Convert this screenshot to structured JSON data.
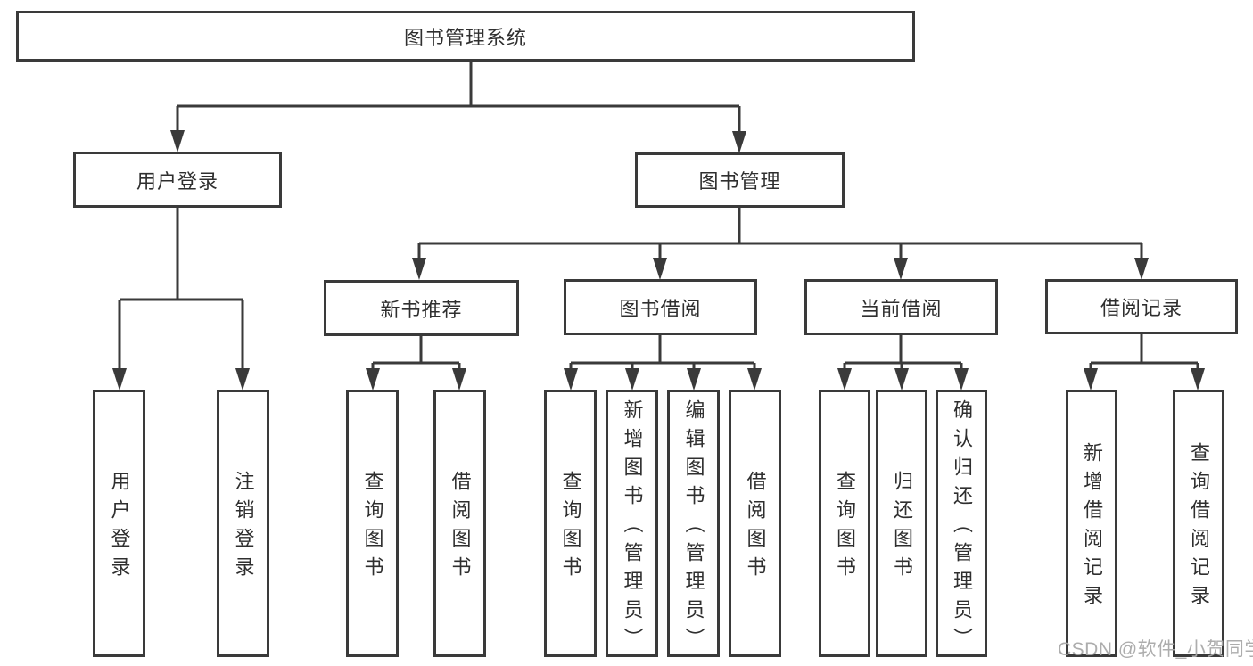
{
  "colors": {
    "line": "#3a3a3a",
    "box_border": "#3a3a3a",
    "text": "#2f2f2f",
    "background": "#ffffff",
    "watermark": "#a9a9a9"
  },
  "watermark": {
    "text": "CSDN @软件_小贺同学"
  },
  "diagram": {
    "title": "图书管理系统",
    "branches": [
      {
        "label": "用户登录",
        "children": [
          {
            "label": "用户登录"
          },
          {
            "label": "注销登录"
          }
        ]
      },
      {
        "label": "图书管理",
        "children": [
          {
            "label": "新书推荐",
            "children": [
              {
                "label": "查询图书"
              },
              {
                "label": "借阅图书"
              }
            ]
          },
          {
            "label": "图书借阅",
            "children": [
              {
                "label": "查询图书"
              },
              {
                "label": "新增图书（管理员）"
              },
              {
                "label": "编辑图书（管理员）"
              },
              {
                "label": "借阅图书"
              }
            ]
          },
          {
            "label": "当前借阅",
            "children": [
              {
                "label": "查询图书"
              },
              {
                "label": "归还图书"
              },
              {
                "label": "确认归还（管理员）"
              }
            ]
          },
          {
            "label": "借阅记录",
            "children": [
              {
                "label": "新增借阅记录"
              },
              {
                "label": "查询借阅记录"
              }
            ]
          }
        ]
      }
    ]
  }
}
